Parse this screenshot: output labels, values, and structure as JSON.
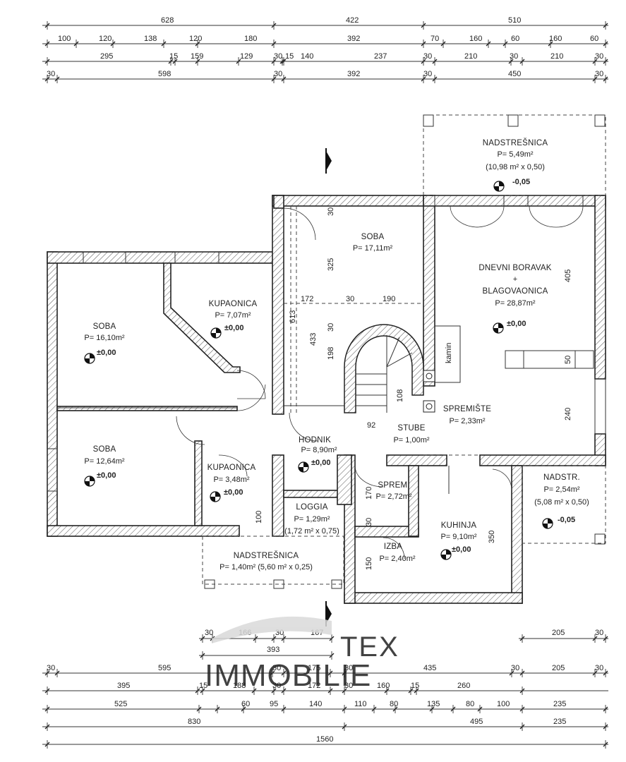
{
  "dims_top": {
    "row1": [
      "628",
      "422",
      "510"
    ],
    "row2": [
      "100",
      "120",
      "138",
      "120",
      "180",
      "392",
      "70",
      "160",
      "60",
      "160",
      "60"
    ],
    "row3": [
      "295",
      "15",
      "159",
      "129",
      "30",
      "15",
      "140",
      "237",
      "30",
      "210",
      "30",
      "210",
      "30"
    ],
    "row4": [
      "30",
      "598",
      "30",
      "392",
      "30",
      "450",
      "30"
    ]
  },
  "dims_bottom": {
    "row1": [
      "30",
      "166",
      "30",
      "167",
      "205",
      "30"
    ],
    "row2": [
      "393"
    ],
    "row3": [
      "30",
      "595",
      "30",
      "175",
      "30",
      "435",
      "30",
      "205",
      "30"
    ],
    "row4": [
      "395",
      "15",
      "188",
      "30",
      "172",
      "30",
      "160",
      "15",
      "260"
    ],
    "row5": [
      "525",
      "60",
      "95",
      "140",
      "110",
      "80",
      "135",
      "80",
      "100",
      "235"
    ],
    "row6": [
      "830",
      "495",
      "235"
    ],
    "row7": [
      "1560"
    ]
  },
  "inner_dims": [
    "613",
    "325",
    "433",
    "198",
    "30",
    "30",
    "172",
    "30",
    "190",
    "108",
    "92",
    "405",
    "50",
    "240",
    "170",
    "30",
    "150",
    "350",
    "100"
  ],
  "rooms": {
    "soba1": {
      "name": "SOBA",
      "area": "P= 16,10m²",
      "level": "±0,00"
    },
    "kup1": {
      "name": "KUPAONICA",
      "area": "P= 7,07m²",
      "level": "±0,00"
    },
    "soba2": {
      "name": "SOBA",
      "area": "P= 17,11m²"
    },
    "nad1": {
      "name": "NADSTREŠNICA",
      "area": "P= 5,49m²",
      "calc": "(10,98 m² x 0,50)",
      "level": "-0,05"
    },
    "dnevni": {
      "name": "DNEVNI BORAVAK",
      "plus": "+",
      "name2": "BLAGOVAONICA",
      "area": "P= 28,87m²",
      "level": "±0,00"
    },
    "kamin": {
      "name": "kamin"
    },
    "soba3": {
      "name": "SOBA",
      "area": "P= 12,64m²",
      "level": "±0,00"
    },
    "spremiste": {
      "name": "SPREMIŠTE",
      "area": "P= 2,33m²"
    },
    "stube": {
      "name": "STUBE",
      "area": "P= 1,00m²"
    },
    "hodnik": {
      "name": "HODNIK",
      "area": "P= 8,90m²",
      "level": "±0,00"
    },
    "kup2": {
      "name": "KUPAONICA",
      "area": "P= 3,48m²",
      "level": "±0,00"
    },
    "loggia": {
      "name": "LOGGIA",
      "area": "P= 1,29m²",
      "calc": "(1,72 m² x 0,75)"
    },
    "sprem": {
      "name": "SPREM.",
      "area": "P= 2,72m²"
    },
    "kuhinja": {
      "name": "KUHINJA",
      "area": "P= 9,10m²",
      "level": "±0,00"
    },
    "nadstr": {
      "name": "NADSTR.",
      "area": "P= 2,54m²",
      "calc": "(5,08 m² x 0,50)",
      "level": "-0,05"
    },
    "izba": {
      "name": "IZBA",
      "area": "P= 2,40m²"
    },
    "nad2": {
      "name": "NADSTREŠNICA",
      "area": "P= 1,40m² (5,60 m² x 0,25)"
    }
  },
  "watermark": {
    "line1": "TEX",
    "line2": "IMMOBILIE"
  }
}
